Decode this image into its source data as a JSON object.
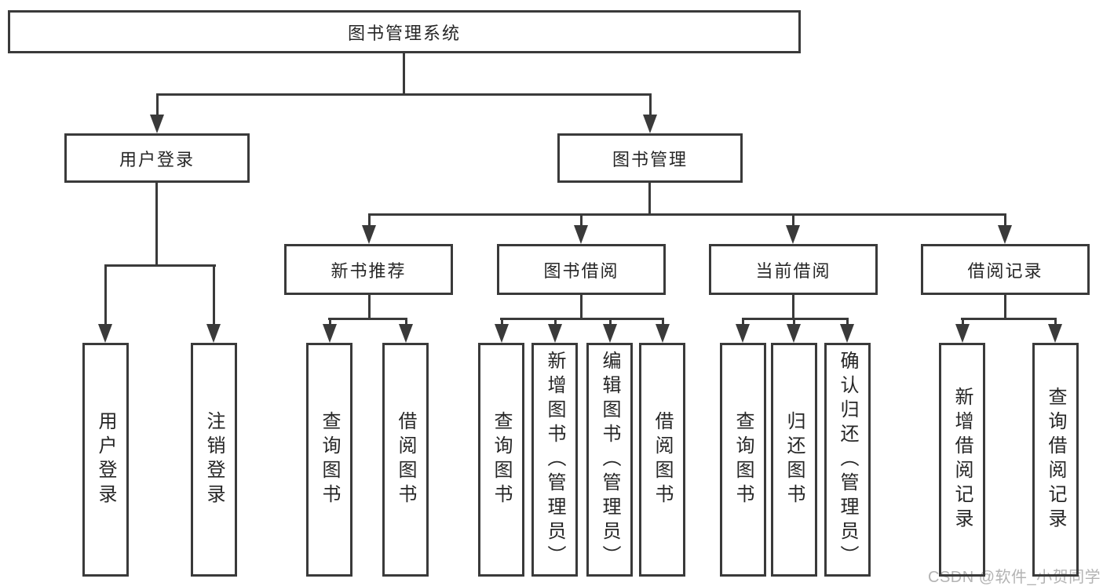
{
  "watermark": "CSDN @软件_小贺同学",
  "diagram": {
    "type": "hierarchy-tree",
    "line_color": "#3a3a3a",
    "box_background": "#ffffff",
    "text_color": "#262626",
    "watermark_color": "#b3b3b3",
    "root": {
      "label": "图书管理系统",
      "children": [
        {
          "label": "用户登录",
          "children": [
            {
              "label": "用户登录"
            },
            {
              "label": "注销登录"
            }
          ]
        },
        {
          "label": "图书管理",
          "children": [
            {
              "label": "新书推荐",
              "children": [
                {
                  "label": "查询图书"
                },
                {
                  "label": "借阅图书"
                }
              ]
            },
            {
              "label": "图书借阅",
              "children": [
                {
                  "label": "查询图书"
                },
                {
                  "label": "新增图书（管理员）"
                },
                {
                  "label": "编辑图书（管理员）"
                },
                {
                  "label": "借阅图书"
                }
              ]
            },
            {
              "label": "当前借阅",
              "children": [
                {
                  "label": "查询图书"
                },
                {
                  "label": "归还图书"
                },
                {
                  "label": "确认归还（管理员）"
                }
              ]
            },
            {
              "label": "借阅记录",
              "children": [
                {
                  "label": "新增借阅记录"
                },
                {
                  "label": "查询借阅记录"
                }
              ]
            }
          ]
        }
      ]
    }
  }
}
